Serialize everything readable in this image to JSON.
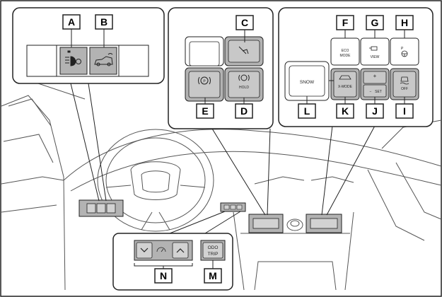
{
  "callouts": {
    "A": "A",
    "B": "B",
    "C": "C",
    "D": "D",
    "E": "E",
    "F": "F",
    "G": "G",
    "H": "H",
    "I": "I",
    "J": "J",
    "K": "K",
    "L": "L",
    "M": "M",
    "N": "N"
  },
  "buttons": {
    "hold": "HOLD",
    "snow": "SNOW",
    "eco_line1": "ECO",
    "eco_line2": "MODE",
    "view": "VIEW",
    "x_mode": "X-MODE",
    "set": "SET",
    "off": "OFF",
    "odo_line1": "ODO",
    "odo_line2": "TRIP",
    "plus": "+",
    "minus": "−"
  },
  "colors": {
    "highlight": "#b3b3b3",
    "button_fill": "#d2d2d2",
    "line": "#222222",
    "sketch": "#555555"
  }
}
